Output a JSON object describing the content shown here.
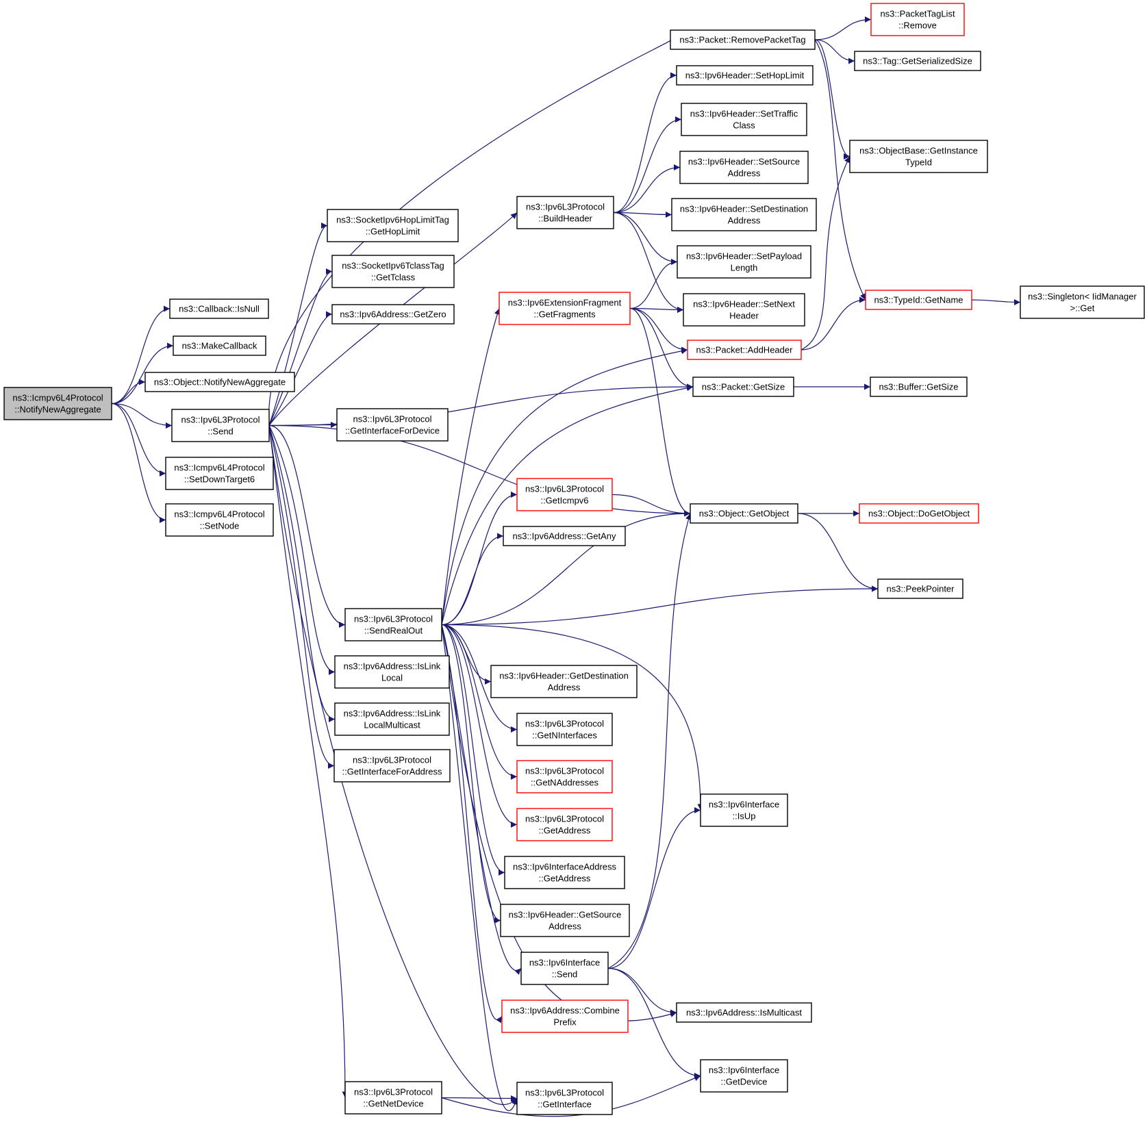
{
  "graph": {
    "colors": {
      "edge": "#191970",
      "default_border": "#000000",
      "external_border": "#ff0000",
      "root_fill": "#bfbfbf"
    },
    "nodes": [
      {
        "id": "n_root",
        "lines": [
          "ns3::Icmpv6L4Protocol",
          "::NotifyNewAggregate"
        ],
        "style": "root"
      },
      {
        "id": "n_isnull",
        "lines": [
          "ns3::Callback::IsNull"
        ]
      },
      {
        "id": "n_makecb",
        "lines": [
          "ns3::MakeCallback"
        ]
      },
      {
        "id": "n_objnotify",
        "lines": [
          "ns3::Object::NotifyNewAggregate"
        ]
      },
      {
        "id": "n_send",
        "lines": [
          "ns3::Ipv6L3Protocol",
          "::Send"
        ]
      },
      {
        "id": "n_setdown",
        "lines": [
          "ns3::Icmpv6L4Protocol",
          "::SetDownTarget6"
        ]
      },
      {
        "id": "n_setnode",
        "lines": [
          "ns3::Icmpv6L4Protocol",
          "::SetNode"
        ]
      },
      {
        "id": "n_hoplimittag",
        "lines": [
          "ns3::SocketIpv6HopLimitTag",
          "::GetHopLimit"
        ]
      },
      {
        "id": "n_tclasstag",
        "lines": [
          "ns3::SocketIpv6TclassTag",
          "::GetTclass"
        ]
      },
      {
        "id": "n_getzero",
        "lines": [
          "ns3::Ipv6Address::GetZero"
        ]
      },
      {
        "id": "n_getifdev",
        "lines": [
          "ns3::Ipv6L3Protocol",
          "::GetInterfaceForDevice"
        ]
      },
      {
        "id": "n_sendrealout",
        "lines": [
          "ns3::Ipv6L3Protocol",
          "::SendRealOut"
        ]
      },
      {
        "id": "n_islinklocal",
        "lines": [
          "ns3::Ipv6Address::IsLink",
          "Local"
        ]
      },
      {
        "id": "n_islinklocalmc",
        "lines": [
          "ns3::Ipv6Address::IsLink",
          "LocalMulticast"
        ]
      },
      {
        "id": "n_getifaddr",
        "lines": [
          "ns3::Ipv6L3Protocol",
          "::GetInterfaceForAddress"
        ]
      },
      {
        "id": "n_getnetdev",
        "lines": [
          "ns3::Ipv6L3Protocol",
          "::GetNetDevice"
        ]
      },
      {
        "id": "n_buildheader",
        "lines": [
          "ns3::Ipv6L3Protocol",
          "::BuildHeader"
        ]
      },
      {
        "id": "n_getfragments",
        "lines": [
          "ns3::Ipv6ExtensionFragment",
          "::GetFragments"
        ],
        "style": "red"
      },
      {
        "id": "n_geticmpv6",
        "lines": [
          "ns3::Ipv6L3Protocol",
          "::GetIcmpv6"
        ],
        "style": "red"
      },
      {
        "id": "n_getany",
        "lines": [
          "ns3::Ipv6Address::GetAny"
        ]
      },
      {
        "id": "n_getdestaddr",
        "lines": [
          "ns3::Ipv6Header::GetDestination",
          "Address"
        ]
      },
      {
        "id": "n_getninterfaces",
        "lines": [
          "ns3::Ipv6L3Protocol",
          "::GetNInterfaces"
        ]
      },
      {
        "id": "n_getnaddresses",
        "lines": [
          "ns3::Ipv6L3Protocol",
          "::GetNAddresses"
        ],
        "style": "red"
      },
      {
        "id": "n_getaddress",
        "lines": [
          "ns3::Ipv6L3Protocol",
          "::GetAddress"
        ],
        "style": "red"
      },
      {
        "id": "n_ifaddr_getaddr",
        "lines": [
          "ns3::Ipv6InterfaceAddress",
          "::GetAddress"
        ]
      },
      {
        "id": "n_getsrcaddr",
        "lines": [
          "ns3::Ipv6Header::GetSource",
          "Address"
        ]
      },
      {
        "id": "n_if_send",
        "lines": [
          "ns3::Ipv6Interface",
          "::Send"
        ]
      },
      {
        "id": "n_combineprefix",
        "lines": [
          "ns3::Ipv6Address::Combine",
          "Prefix"
        ],
        "style": "red"
      },
      {
        "id": "n_getinterface",
        "lines": [
          "ns3::Ipv6L3Protocol",
          "::GetInterface"
        ]
      },
      {
        "id": "n_removetag",
        "lines": [
          "ns3::Packet::RemovePacketTag"
        ]
      },
      {
        "id": "n_sethoplimit",
        "lines": [
          "ns3::Ipv6Header::SetHopLimit"
        ]
      },
      {
        "id": "n_settraffic",
        "lines": [
          "ns3::Ipv6Header::SetTraffic",
          "Class"
        ]
      },
      {
        "id": "n_setsource",
        "lines": [
          "ns3::Ipv6Header::SetSource",
          "Address"
        ]
      },
      {
        "id": "n_setdest",
        "lines": [
          "ns3::Ipv6Header::SetDestination",
          "Address"
        ]
      },
      {
        "id": "n_setpayload",
        "lines": [
          "ns3::Ipv6Header::SetPayload",
          "Length"
        ]
      },
      {
        "id": "n_setnext",
        "lines": [
          "ns3::Ipv6Header::SetNext",
          "Header"
        ]
      },
      {
        "id": "n_addheader",
        "lines": [
          "ns3::Packet::AddHeader"
        ],
        "style": "red"
      },
      {
        "id": "n_pkt_getsize",
        "lines": [
          "ns3::Packet::GetSize"
        ]
      },
      {
        "id": "n_getobject",
        "lines": [
          "ns3::Object::GetObject"
        ]
      },
      {
        "id": "n_isup",
        "lines": [
          "ns3::Ipv6Interface",
          "::IsUp"
        ]
      },
      {
        "id": "n_ismulticast",
        "lines": [
          "ns3::Ipv6Address::IsMulticast"
        ]
      },
      {
        "id": "n_if_getdevice",
        "lines": [
          "ns3::Ipv6Interface",
          "::GetDevice"
        ]
      },
      {
        "id": "n_tagremove",
        "lines": [
          "ns3::PacketTagList",
          "::Remove"
        ],
        "style": "red"
      },
      {
        "id": "n_tagsize",
        "lines": [
          "ns3::Tag::GetSerializedSize"
        ]
      },
      {
        "id": "n_getinstancetid",
        "lines": [
          "ns3::ObjectBase::GetInstance",
          "TypeId"
        ]
      },
      {
        "id": "n_typeid_getname",
        "lines": [
          "ns3::TypeId::GetName"
        ],
        "style": "red"
      },
      {
        "id": "n_singleton_get",
        "lines": [
          "ns3::Singleton< IidManager",
          ">::Get"
        ]
      },
      {
        "id": "n_buffer_getsize",
        "lines": [
          "ns3::Buffer::GetSize"
        ]
      },
      {
        "id": "n_dogetobject",
        "lines": [
          "ns3::Object::DoGetObject"
        ],
        "style": "red"
      },
      {
        "id": "n_peekpointer",
        "lines": [
          "ns3::PeekPointer"
        ]
      }
    ],
    "edges": [
      [
        "n_root",
        "n_isnull"
      ],
      [
        "n_root",
        "n_makecb"
      ],
      [
        "n_root",
        "n_objnotify"
      ],
      [
        "n_root",
        "n_send"
      ],
      [
        "n_root",
        "n_setdown"
      ],
      [
        "n_root",
        "n_setnode"
      ],
      [
        "n_send",
        "n_removetag"
      ],
      [
        "n_send",
        "n_hoplimittag"
      ],
      [
        "n_send",
        "n_tclasstag"
      ],
      [
        "n_send",
        "n_getzero"
      ],
      [
        "n_send",
        "n_buildheader"
      ],
      [
        "n_send",
        "n_pkt_getsize"
      ],
      [
        "n_send",
        "n_getifdev"
      ],
      [
        "n_send",
        "n_getobject"
      ],
      [
        "n_send",
        "n_sendrealout"
      ],
      [
        "n_send",
        "n_islinklocal"
      ],
      [
        "n_send",
        "n_islinklocalmc"
      ],
      [
        "n_send",
        "n_getifaddr"
      ],
      [
        "n_send",
        "n_getnetdev"
      ],
      [
        "n_send",
        "n_getinterface"
      ],
      [
        "n_buildheader",
        "n_sethoplimit"
      ],
      [
        "n_buildheader",
        "n_settraffic"
      ],
      [
        "n_buildheader",
        "n_setsource"
      ],
      [
        "n_buildheader",
        "n_setdest"
      ],
      [
        "n_buildheader",
        "n_setpayload"
      ],
      [
        "n_buildheader",
        "n_setnext"
      ],
      [
        "n_getfragments",
        "n_setpayload"
      ],
      [
        "n_getfragments",
        "n_setnext"
      ],
      [
        "n_getfragments",
        "n_addheader"
      ],
      [
        "n_getfragments",
        "n_pkt_getsize"
      ],
      [
        "n_getfragments",
        "n_getobject"
      ],
      [
        "n_removetag",
        "n_tagremove"
      ],
      [
        "n_removetag",
        "n_tagsize"
      ],
      [
        "n_removetag",
        "n_getinstancetid"
      ],
      [
        "n_removetag",
        "n_typeid_getname"
      ],
      [
        "n_addheader",
        "n_getinstancetid"
      ],
      [
        "n_addheader",
        "n_typeid_getname"
      ],
      [
        "n_typeid_getname",
        "n_singleton_get"
      ],
      [
        "n_pkt_getsize",
        "n_buffer_getsize"
      ],
      [
        "n_geticmpv6",
        "n_getobject"
      ],
      [
        "n_getobject",
        "n_dogetobject"
      ],
      [
        "n_getobject",
        "n_peekpointer"
      ],
      [
        "n_sendrealout",
        "n_getfragments"
      ],
      [
        "n_sendrealout",
        "n_addheader"
      ],
      [
        "n_sendrealout",
        "n_pkt_getsize"
      ],
      [
        "n_sendrealout",
        "n_geticmpv6"
      ],
      [
        "n_sendrealout",
        "n_getany"
      ],
      [
        "n_sendrealout",
        "n_getobject"
      ],
      [
        "n_sendrealout",
        "n_peekpointer"
      ],
      [
        "n_sendrealout",
        "n_isup"
      ],
      [
        "n_sendrealout",
        "n_getdestaddr"
      ],
      [
        "n_sendrealout",
        "n_getninterfaces"
      ],
      [
        "n_sendrealout",
        "n_getnaddresses"
      ],
      [
        "n_sendrealout",
        "n_getaddress"
      ],
      [
        "n_sendrealout",
        "n_ifaddr_getaddr"
      ],
      [
        "n_sendrealout",
        "n_getsrcaddr"
      ],
      [
        "n_sendrealout",
        "n_if_send"
      ],
      [
        "n_sendrealout",
        "n_combineprefix"
      ],
      [
        "n_sendrealout",
        "n_getinterface"
      ],
      [
        "n_islinklocal",
        "n_ismulticast"
      ],
      [
        "n_if_send",
        "n_isup"
      ],
      [
        "n_if_send",
        "n_getobject"
      ],
      [
        "n_if_send",
        "n_ismulticast"
      ],
      [
        "n_if_send",
        "n_if_getdevice"
      ],
      [
        "n_getnetdev",
        "n_getinterface"
      ],
      [
        "n_getnetdev",
        "n_if_getdevice"
      ]
    ]
  }
}
